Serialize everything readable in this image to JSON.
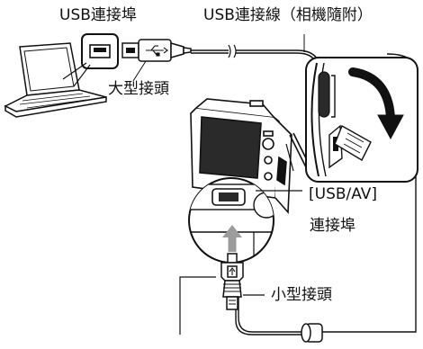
{
  "labels": {
    "usb_port": "USB連接埠",
    "usb_cable": "USB連接線（相機隨附）",
    "large_connector": "大型接頭",
    "usb_av_port_line1": "[USB/AV]",
    "usb_av_port_line2": "連接埠",
    "small_connector": "小型接頭"
  },
  "colors": {
    "ink": "#111111",
    "screen": "#2a2a2a",
    "arrow": "#9c9c9c"
  },
  "icons": {
    "laptop": "laptop-icon",
    "camera": "camera-icon",
    "usb_symbol": "usb-icon",
    "rotate_arrow": "curved-arrow-icon",
    "insert_arrow": "up-arrow-icon",
    "ferrite": "ferrite-core-icon"
  }
}
